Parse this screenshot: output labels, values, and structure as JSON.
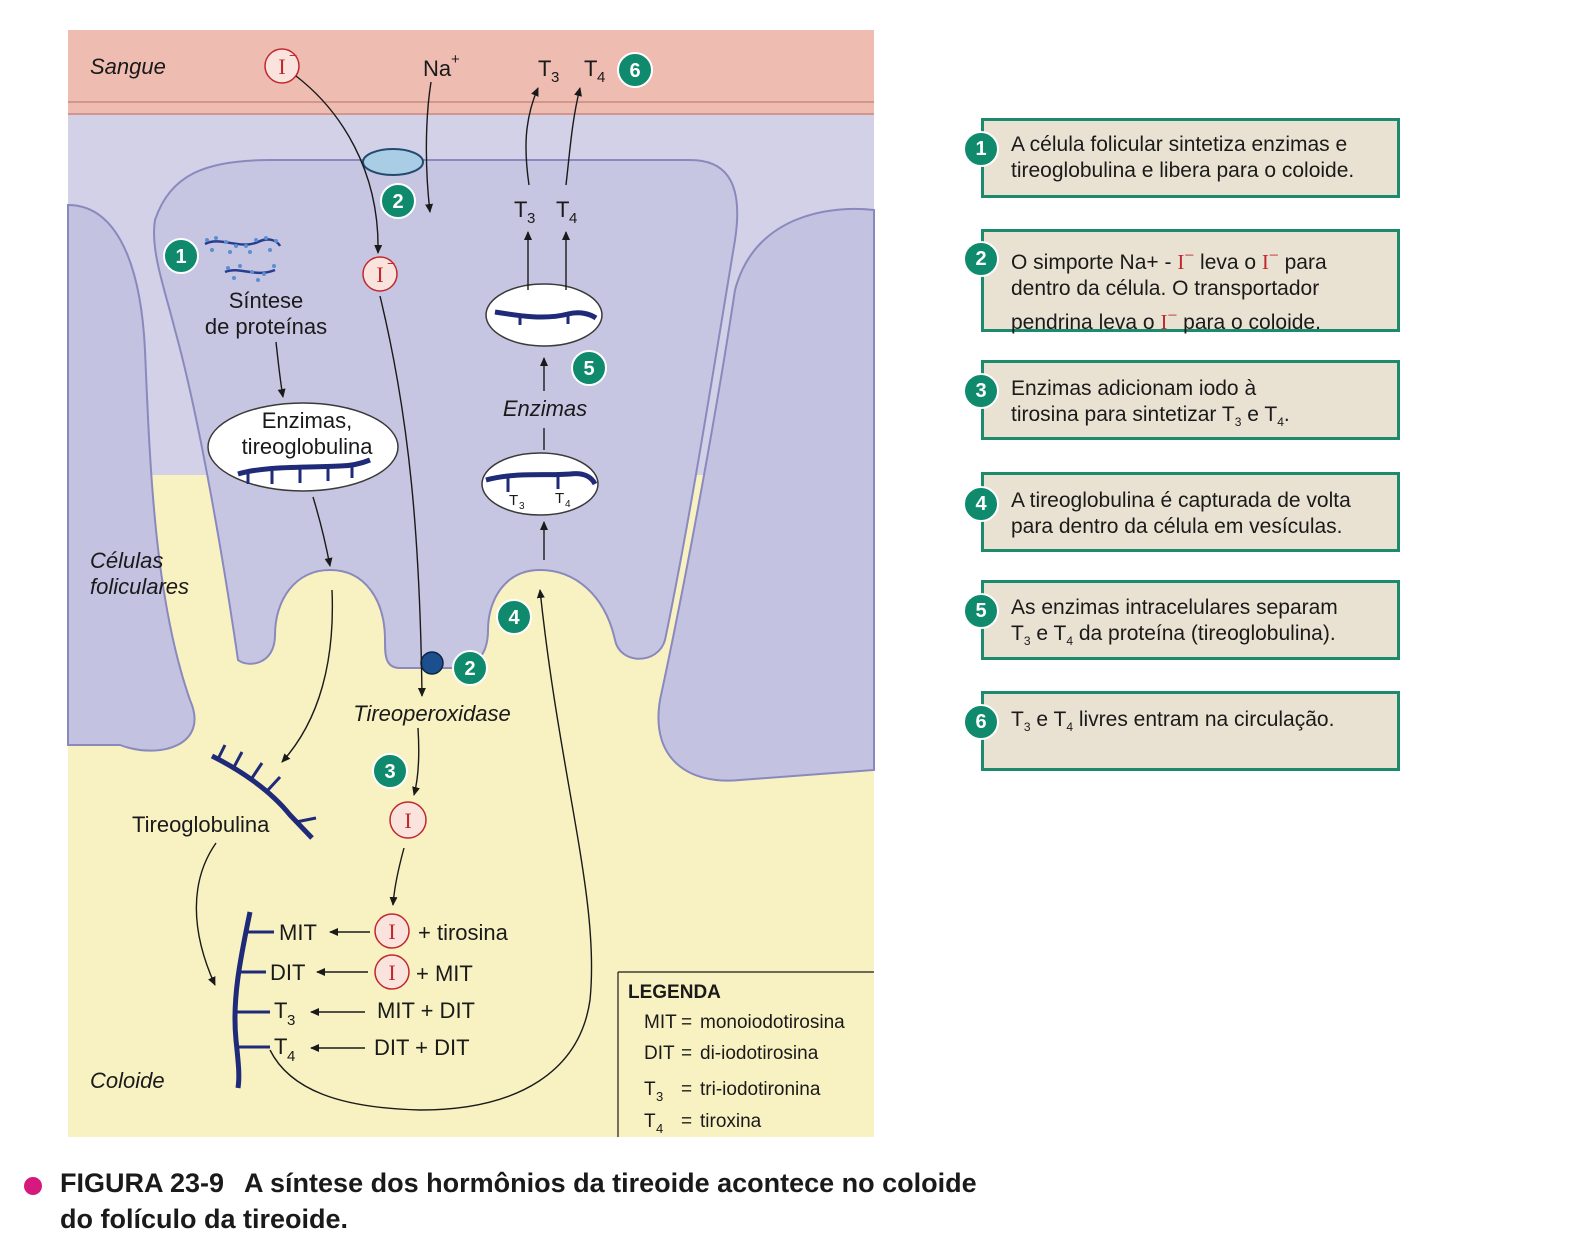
{
  "labels": {
    "blood": "Sangue",
    "cells": [
      "Células",
      "foliculares"
    ],
    "colloid": "Coloide",
    "protein_synthesis": [
      "Síntese",
      "de proteínas"
    ],
    "vesicle_enzymes": [
      "Enzimas,",
      "tireoglobulina"
    ],
    "enzymes": "Enzimas",
    "tpo": "Tireoperoxidase",
    "thyroglobulin": "Tireoglobulina",
    "iodide": "I",
    "iodine": "I",
    "na": "Na",
    "plus": "+",
    "t": "T",
    "sub3": "3",
    "sub4": "4"
  },
  "reactions": [
    {
      "product": "MIT",
      "reactants": "+ tirosina"
    },
    {
      "product": "DIT",
      "reactants": "+ MIT"
    },
    {
      "product": "T3",
      "reactants": "MIT + DIT"
    },
    {
      "product": "T4",
      "reactants": "DIT + DIT"
    }
  ],
  "badges": [
    "1",
    "2",
    "3",
    "4",
    "5",
    "6"
  ],
  "legend": {
    "title": "LEGENDA",
    "rows": [
      {
        "abbr": "MIT",
        "eq": "=",
        "def": "monoiodotirosina"
      },
      {
        "abbr": "DIT",
        "eq": "=",
        "def": "di-iodotirosina"
      },
      {
        "abbr": "T3",
        "eq": "=",
        "def": "tri-iodotironina"
      },
      {
        "abbr": "T4",
        "eq": "=",
        "def": "tiroxina"
      }
    ]
  },
  "steps": [
    {
      "num": "1",
      "lines": [
        "A célula folicular sintetiza enzimas e",
        "tireoglobulina e libera para o coloide."
      ]
    },
    {
      "num": "2",
      "line1a": "O simporte Na+ - ",
      "line1b": " leva o ",
      "line1c": " para",
      "line2": "dentro da célula. O transportador",
      "line3a": "pendrina leva o ",
      "line3b": " para o coloide."
    },
    {
      "num": "3",
      "line1": "Enzimas adicionam iodo à",
      "line2a": "tirosina para sintetizar T",
      "line2b": " e T",
      "line2c": "."
    },
    {
      "num": "4",
      "lines": [
        "A tireoglobulina é capturada de volta",
        "para dentro da célula em vesículas."
      ]
    },
    {
      "num": "5",
      "line1": "As enzimas intracelulares separam",
      "line2a": "T",
      "line2b": " e T",
      "line2c": " da proteína (tireoglobulina)."
    },
    {
      "num": "6",
      "line1a": "T",
      "line1b": " e T",
      "line1c": " livres entram na circulação."
    }
  ],
  "caption": {
    "number": "FIGURA 23-9",
    "text1": "A síntese dos hormônios da tireoide acontece no coloide",
    "text2": "do folículo da tireoide."
  },
  "colors": {
    "blood": "#efbcb2",
    "cell": "#c7c6e2",
    "colloid": "#f8f2c2",
    "badge": "#0f8a6c",
    "box_border": "#1d8a6e",
    "box_fill": "#e9e2d2",
    "iodine_red": "#c0282e",
    "protein_navy": "#1f2a78",
    "caption_dot": "#d6197f"
  }
}
